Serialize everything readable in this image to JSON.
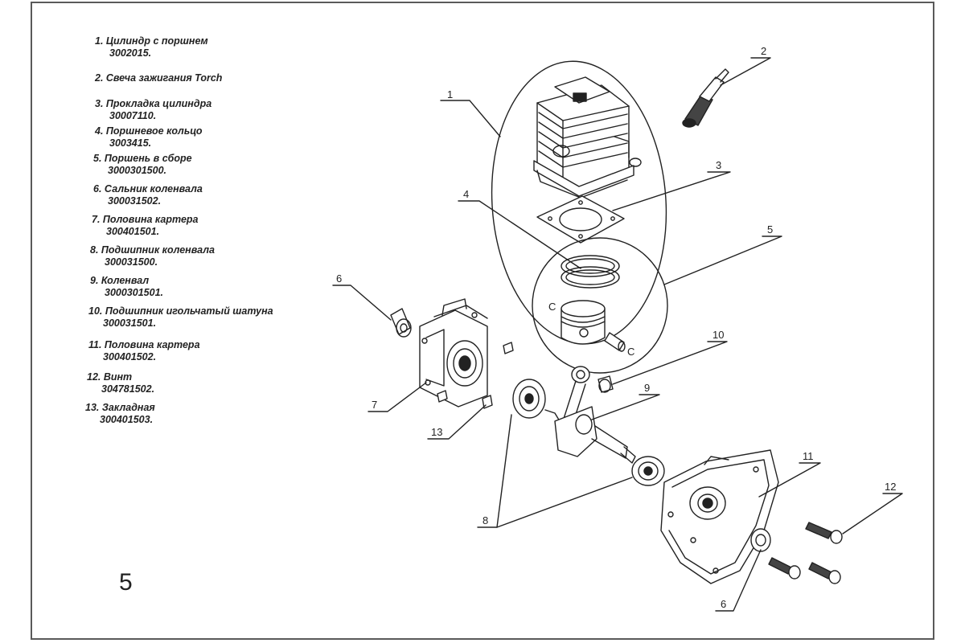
{
  "page_number": "5",
  "parts": [
    {
      "text": "1. Цилиндр с поршнем",
      "code": "3002015."
    },
    {
      "text": "2. Свеча зажигания Torch",
      "code": ""
    },
    {
      "text": "3. Прокладка цилиндра",
      "code": "30007110."
    },
    {
      "text": "4. Поршневое кольцо",
      "code": "3003415."
    },
    {
      "text": "5. Поршень в сборе",
      "code": "3000301500."
    },
    {
      "text": "6. Сальник коленвала",
      "code": "300031502."
    },
    {
      "text": "7. Половина картера",
      "code": "300401501."
    },
    {
      "text": "8. Подшипник коленвала",
      "code": "300031500."
    },
    {
      "text": "9. Коленвал",
      "code": "3000301501."
    },
    {
      "text": "10. Подшипник игольчатый шатуна",
      "code": "300031501."
    },
    {
      "text": "11. Половина картера",
      "code": "300401502."
    },
    {
      "text": "12. Винт",
      "code": "304781502."
    },
    {
      "text": "13. Закладная",
      "code": "300401503."
    }
  ],
  "callouts": {
    "c1": "1",
    "c2": "2",
    "c3": "3",
    "c4": "4",
    "c5": "5",
    "c6a": "6",
    "c6b": "6",
    "c7": "7",
    "c8": "8",
    "c9": "9",
    "c10": "10",
    "c11": "11",
    "c12": "12",
    "c13": "13"
  },
  "piston_marks": {
    "left": "C",
    "right": "C"
  }
}
